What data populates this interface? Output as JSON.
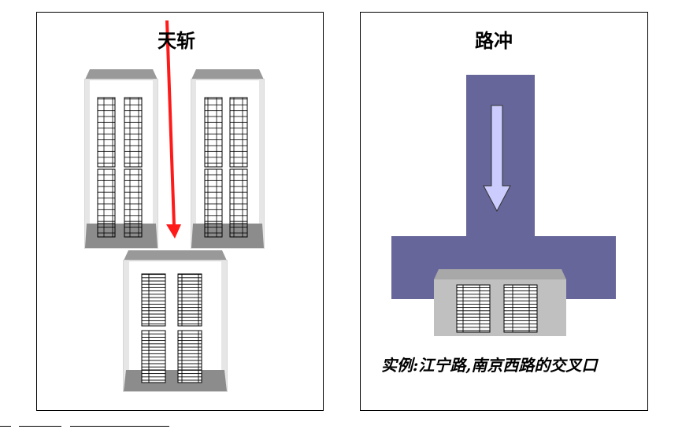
{
  "panels": {
    "left": {
      "title": "天斩"
    },
    "right": {
      "title": "路冲",
      "caption": "实例:江宁路,南京西路的交叉口"
    }
  },
  "colors": {
    "road": "#66669a",
    "arrow_red": "#ff1a1a",
    "arrow_light": "#ccccff",
    "building_roof": "#999999",
    "building_base": "#8c8c8c",
    "building_grey": "#c0c0c0"
  }
}
